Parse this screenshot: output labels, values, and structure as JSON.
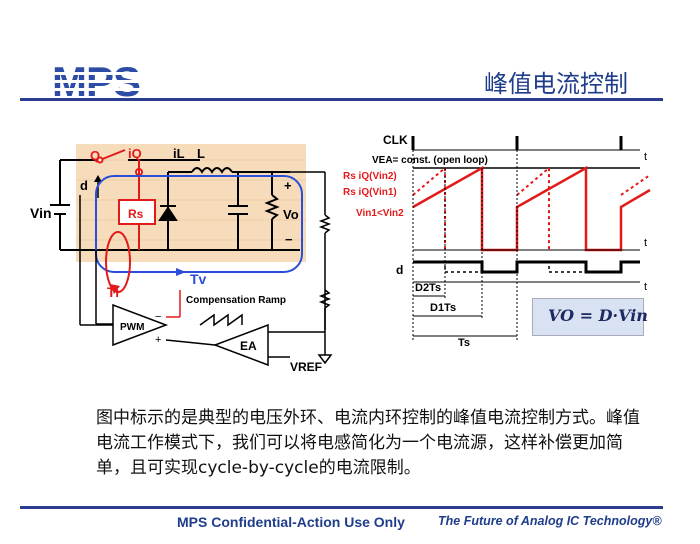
{
  "header": {
    "logo_text": "MPS",
    "title": "峰值电流控制"
  },
  "colors": {
    "brand_blue": "#1f3d8a",
    "logo_blue": "#2c4ca6",
    "red": "#e21a1a",
    "shade": "#f7dcbc"
  },
  "circuit": {
    "Vin": "Vin",
    "d": "d",
    "Q": "Q",
    "iQ": "iQ",
    "iL": "iL",
    "L": "L",
    "Rs": "Rs",
    "Vo": "Vo",
    "Tv": "Tv",
    "Ti": "Ti",
    "comp_ramp": "Compensation Ramp",
    "PWM": "PWM",
    "EA": "EA",
    "VREF": "VREF",
    "plus": "+",
    "minus": "−"
  },
  "waveform": {
    "CLK": "CLK",
    "t": "t",
    "VEA": "VEA= const. (open loop)",
    "rs2": "Rs iQ(Vin2)",
    "rs1": "Rs iQ(Vin1)",
    "vin_rel": "Vin1<Vin2",
    "d": "d",
    "D2Ts": "D2Ts",
    "D1Ts": "D1Ts",
    "Ts": "Ts"
  },
  "formula": "VO = D·Vin",
  "body_text": "图中标示的是典型的电压外环、电流内环控制的峰值电流控制方式。峰值电流工作模式下，我们可以将电感简化为一个电流源，这样补偿更加简单，且可实现cycle-by-cycle的电流限制。",
  "footer": {
    "left": "MPS Confidential-Action Use Only",
    "right": "The Future of Analog IC Technology®"
  }
}
